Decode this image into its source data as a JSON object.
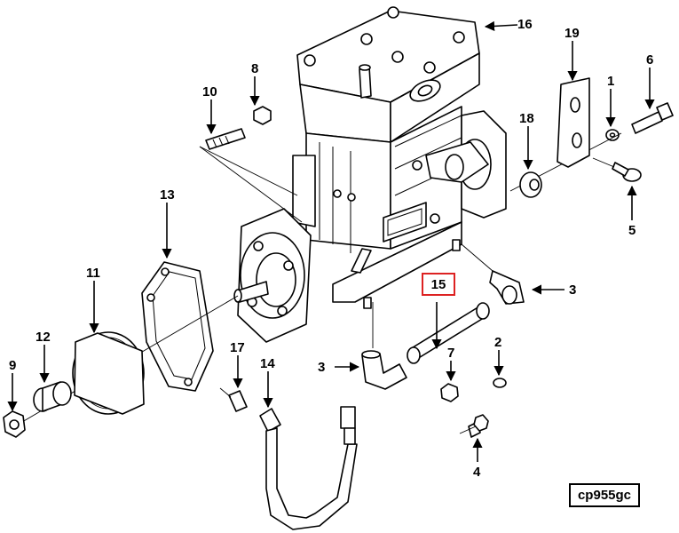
{
  "callouts": {
    "c1": "1",
    "c2": "2",
    "c3a": "3",
    "c3b": "3",
    "c4": "4",
    "c5": "5",
    "c6": "6",
    "c7": "7",
    "c8": "8",
    "c9": "9",
    "c10": "10",
    "c11": "11",
    "c12": "12",
    "c13": "13",
    "c14": "14",
    "c15": "15",
    "c16": "16",
    "c17": "17",
    "c18": "18",
    "c19": "19"
  },
  "highlight_color": "#dd2222",
  "drawing_code": "cp955gc"
}
